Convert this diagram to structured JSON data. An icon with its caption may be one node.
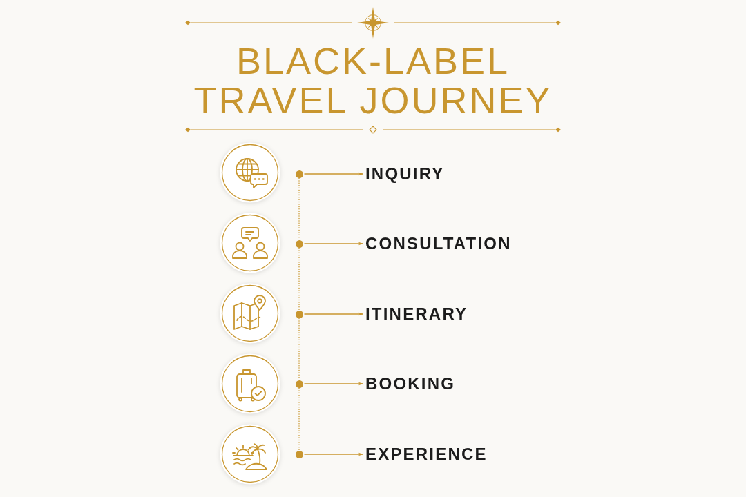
{
  "diagram": {
    "title": "BLACK-LABEL TRAVEL JOURNEY",
    "nodes": [
      {
        "text": [],
        "shape": "circle"
      },
      {
        "text": [
          "INQUIRY"
        ]
      },
      {
        "text": [],
        "shape": "circle"
      },
      {
        "text": [
          "CONSULTATION"
        ]
      },
      {
        "text": [],
        "shape": "circle"
      },
      {
        "text": [
          "ITINERARY"
        ]
      },
      {
        "text": [],
        "shape": "circle"
      },
      {
        "text": [
          "BOOKING"
        ]
      },
      {
        "text": [],
        "shape": "circle"
      },
      {
        "text": [
          "EXPERIENCE"
        ]
      }
    ],
    "edges": [
      {
        "from": 0,
        "to": 1,
        "arrow": "to"
      },
      {
        "from": 0,
        "to": 2,
        "arrow": "none",
        "style": "dashed"
      },
      {
        "from": 2,
        "to": 3,
        "arrow": "to"
      },
      {
        "from": 2,
        "to": 4,
        "arrow": "none",
        "style": "dashed"
      },
      {
        "from": 4,
        "to": 5,
        "arrow": "to"
      },
      {
        "from": 4,
        "to": 6,
        "arrow": "none",
        "style": "dashed"
      },
      {
        "from": 6,
        "to": 7,
        "arrow": "to"
      },
      {
        "from": 6,
        "to": 8,
        "arrow": "none",
        "style": "dashed"
      },
      {
        "from": 8,
        "to": 9,
        "arrow": "to"
      }
    ]
  }
}
